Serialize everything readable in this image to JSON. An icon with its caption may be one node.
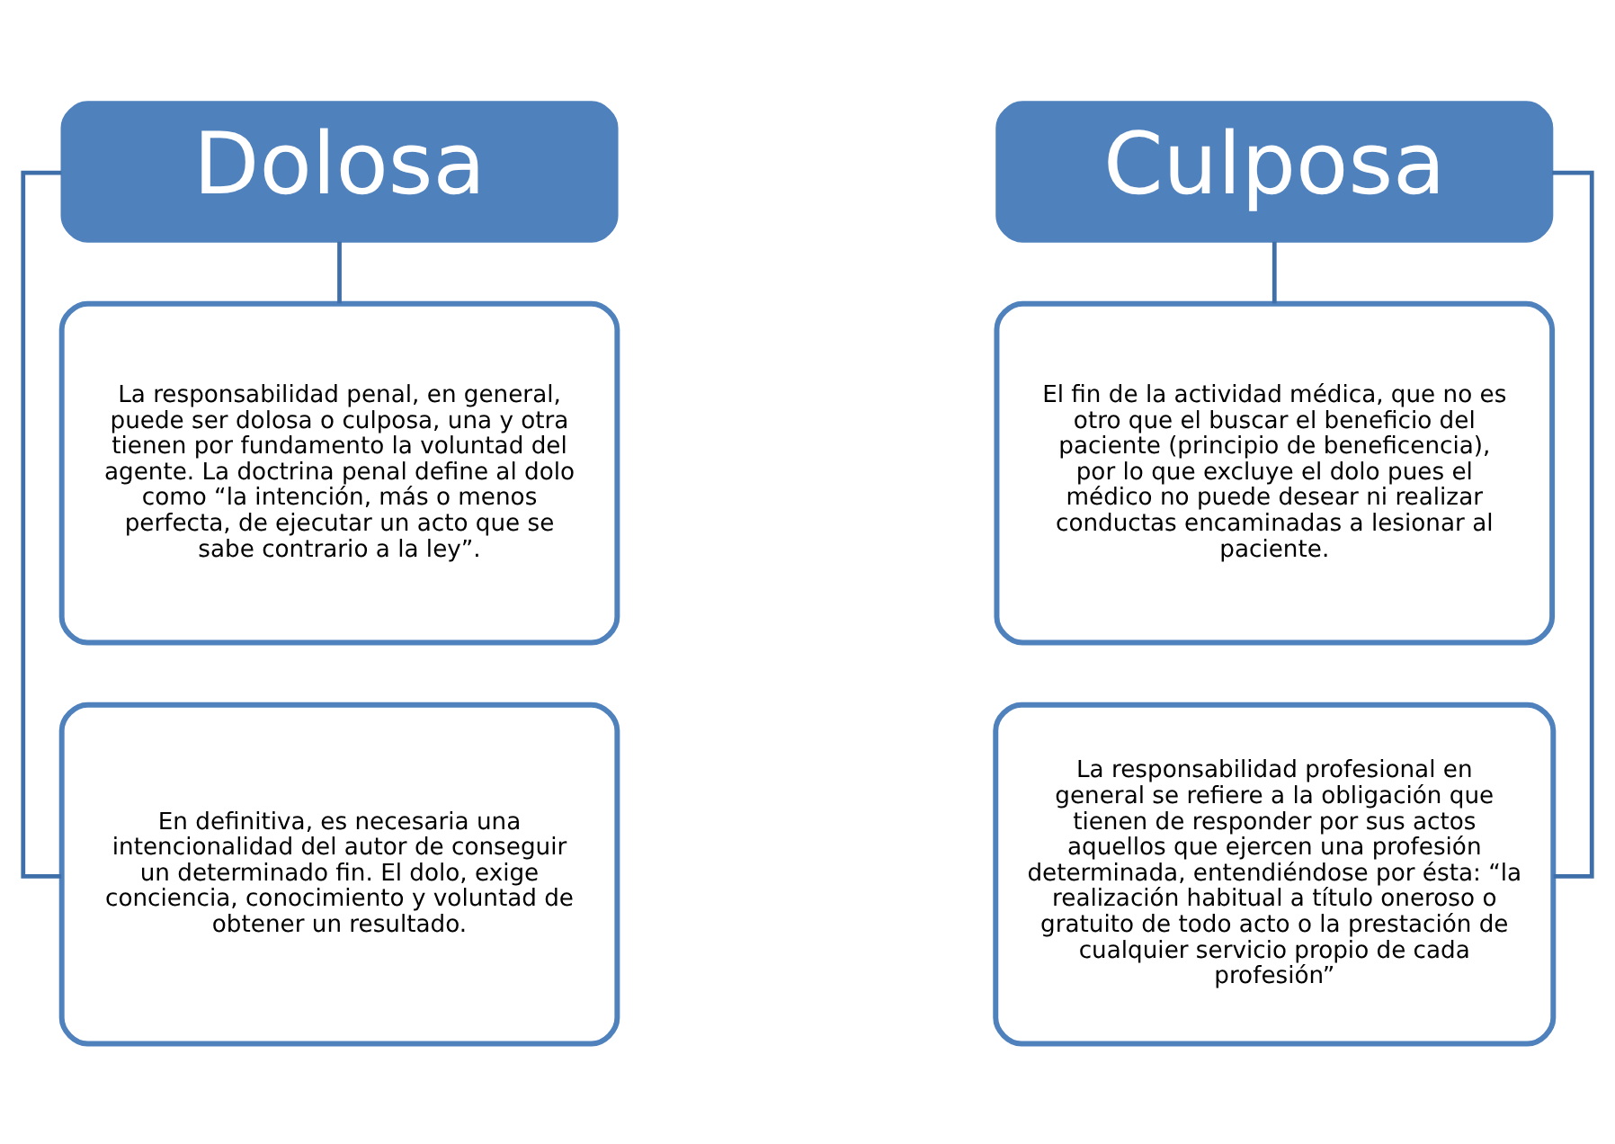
{
  "diagram": {
    "nodes": [
      {
        "text": [
          "Dolosa"
        ]
      },
      {
        "text": [
          "La responsabilidad penal, en general, puede ser dolosa o culposa, una y otra tienen por fundamento la voluntad del agente. La doctrina penal define al dolo como “la intención, más o menos perfecta, de ejecutar un acto que se sabe contrario a la ley”."
        ]
      },
      {
        "text": [
          "En definitiva, es necesaria una intencionalidad del autor de conseguir un determinado fin. El dolo, exige conciencia, conocimiento y voluntad de obtener un resultado."
        ]
      },
      {
        "text": [
          "Culposa"
        ]
      },
      {
        "text": [
          "El fin de la actividad médica, que no es otro que el buscar el beneficio del paciente (principio de beneficencia), por lo que excluye el dolo pues el médico no puede desear ni realizar conductas encaminadas a lesionar al paciente."
        ]
      },
      {
        "text": [
          "La responsabilidad profesional en general se refiere a la obligación que tienen de responder por sus actos aquellos que ejercen una profesión determinada, entendiéndose por ésta: “la realización habitual a título oneroso o gratuito de todo acto o la prestación de cualquier servicio propio de cada profesión”"
        ]
      }
    ],
    "edges": [
      {
        "from": 0,
        "to": 1,
        "arrow": "none"
      },
      {
        "from": 0,
        "to": 2,
        "arrow": "none"
      },
      {
        "from": 3,
        "to": 4,
        "arrow": "none"
      },
      {
        "from": 3,
        "to": 5,
        "arrow": "none"
      }
    ]
  }
}
